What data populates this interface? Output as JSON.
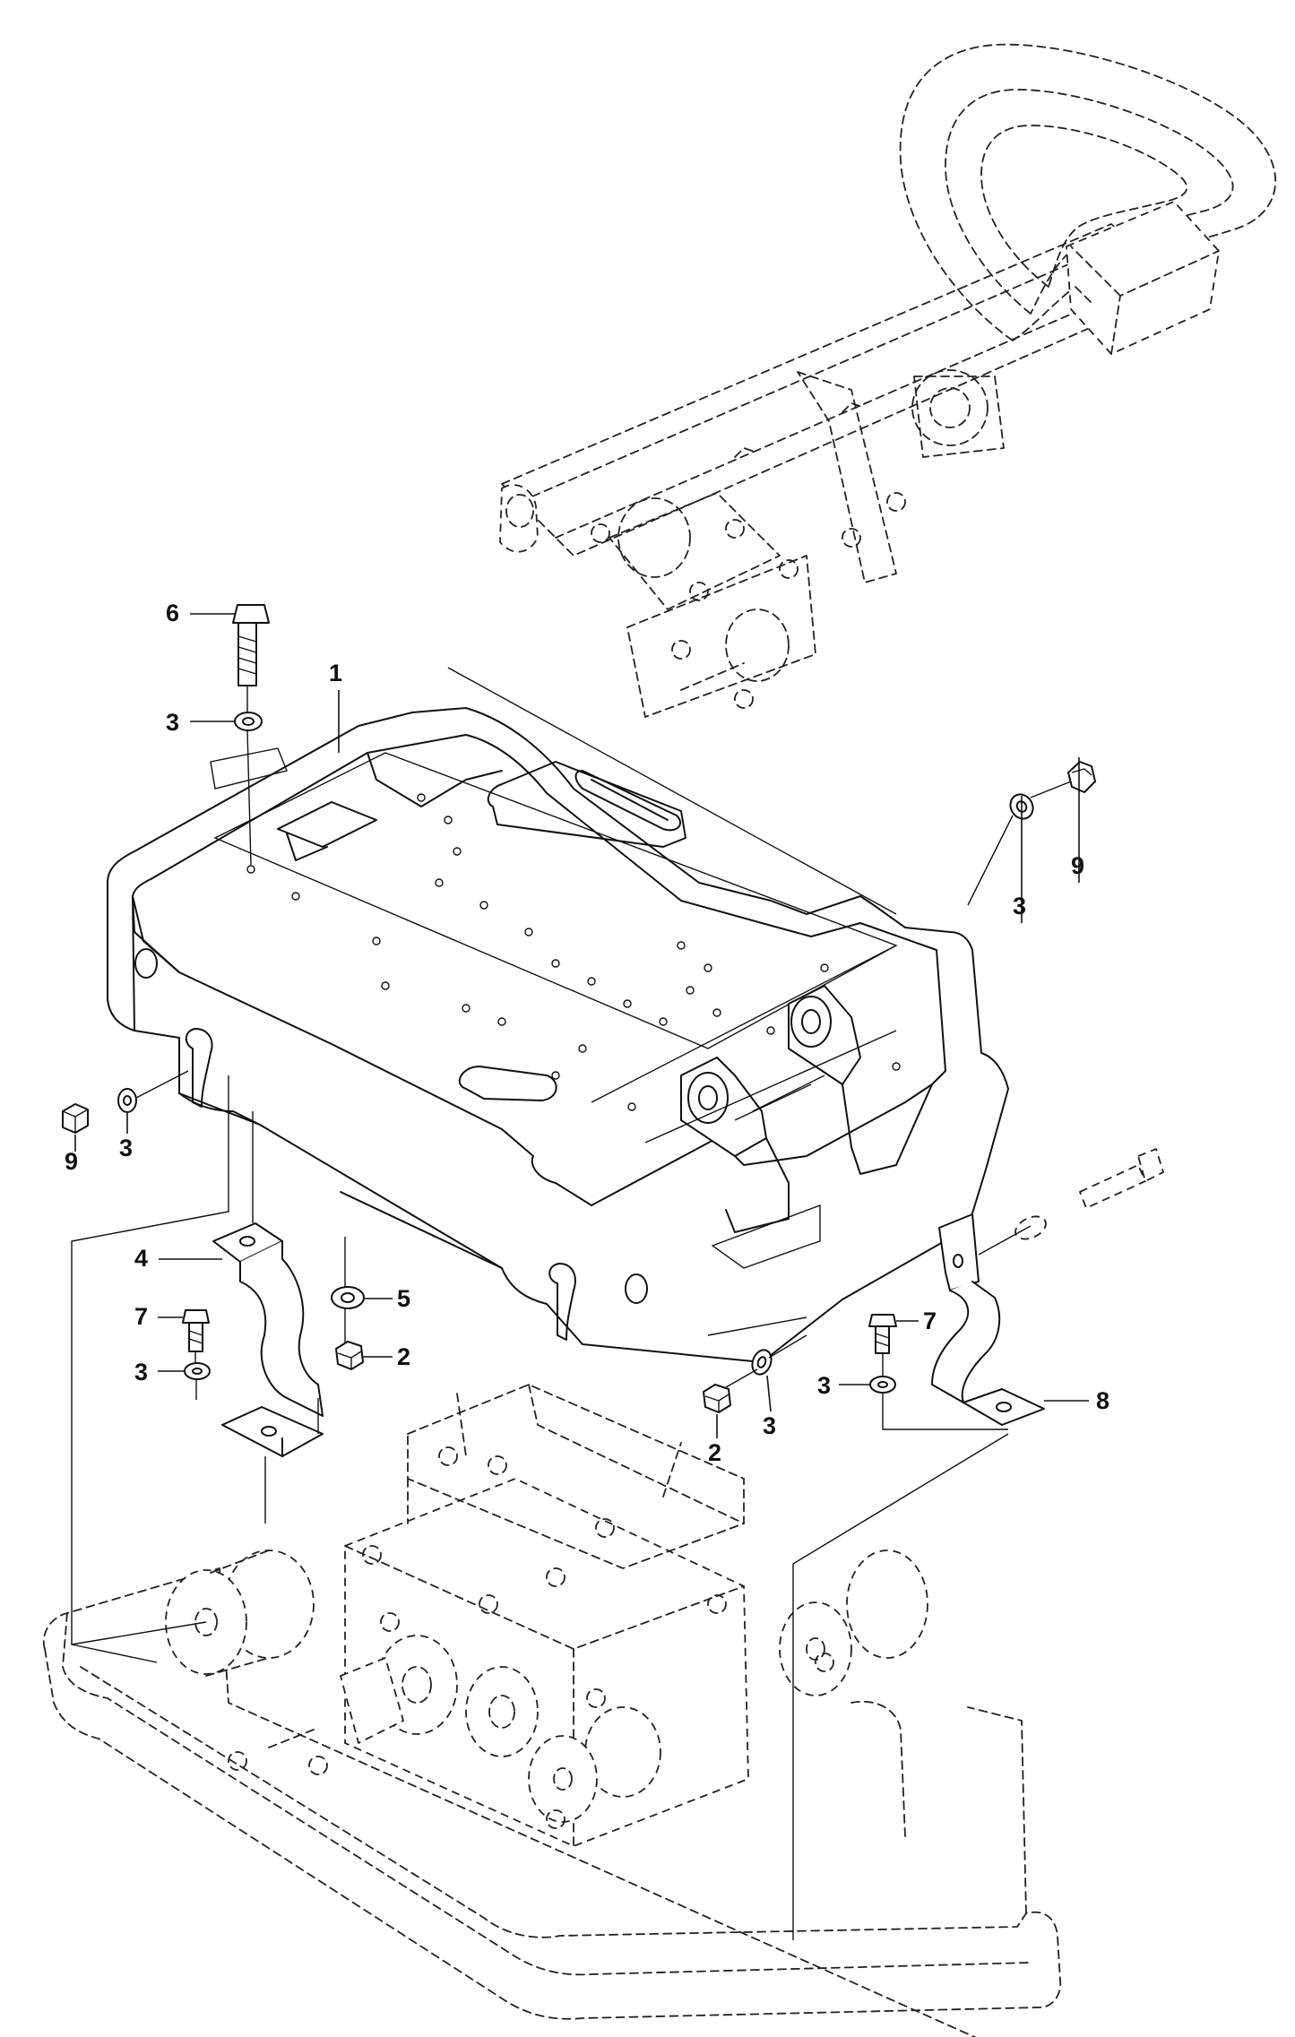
{
  "colors": {
    "line": "#111111",
    "background": "#ffffff"
  },
  "callouts": [
    {
      "id": "c6",
      "label": "6",
      "part": "bolt"
    },
    {
      "id": "c3a",
      "label": "3",
      "part": "washer"
    },
    {
      "id": "c1",
      "label": "1",
      "part": "frame"
    },
    {
      "id": "c9a",
      "label": "9",
      "part": "nut"
    },
    {
      "id": "c3b",
      "label": "3",
      "part": "washer"
    },
    {
      "id": "c9b",
      "label": "9",
      "part": "nut"
    },
    {
      "id": "c3c",
      "label": "3",
      "part": "washer"
    },
    {
      "id": "c4",
      "label": "4",
      "part": "bracket"
    },
    {
      "id": "c5",
      "label": "5",
      "part": "washer"
    },
    {
      "id": "c7a",
      "label": "7",
      "part": "bolt"
    },
    {
      "id": "c2a",
      "label": "2",
      "part": "nut"
    },
    {
      "id": "c3d",
      "label": "3",
      "part": "washer"
    },
    {
      "id": "c7b",
      "label": "7",
      "part": "bolt"
    },
    {
      "id": "c3e",
      "label": "3",
      "part": "washer"
    },
    {
      "id": "c8",
      "label": "8",
      "part": "bracket"
    },
    {
      "id": "c2b",
      "label": "2",
      "part": "nut"
    },
    {
      "id": "c3f",
      "label": "3",
      "part": "washer"
    }
  ]
}
